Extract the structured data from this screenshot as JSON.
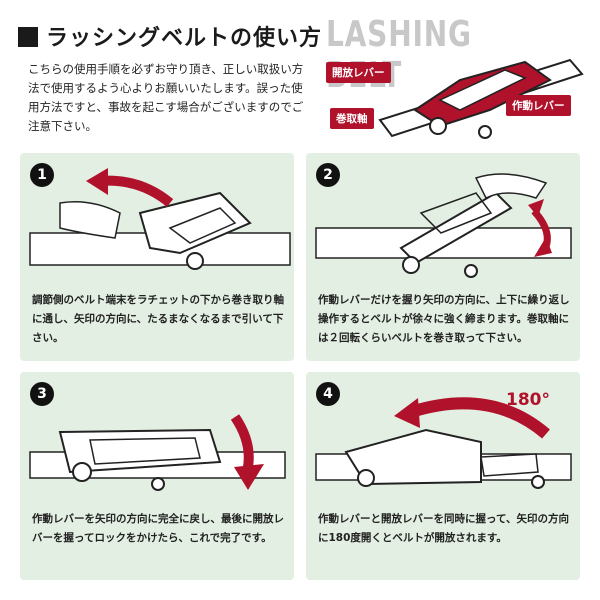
{
  "header": {
    "title": "ラッシングベルトの使い方",
    "brand": "LASHING BELT"
  },
  "intro": {
    "text": "こちらの使用手順を必ずお守り頂き、正しい取扱い方法で使用するよう心よりお願いいたします。誤った使用方法ですと、事故を起こす場合がございますのでご注意下さい。"
  },
  "hero": {
    "labels": {
      "release_lever": "開放レバー",
      "winding_shaft": "巻取軸",
      "operating_lever": "作動レバー"
    }
  },
  "steps": [
    {
      "number": "1",
      "text": "調節側のベルト端末をラチェットの下から巻き取り軸に通し、矢印の方向に、たるまなくなるまで引いて下さい。"
    },
    {
      "number": "2",
      "text": "作動レバーだけを握り矢印の方向に、上下に繰り返し操作するとベルトが徐々に強く締まります。巻取軸には２回転くらいベルトを巻き取って下さい。"
    },
    {
      "number": "3",
      "text": "作動レバーを矢印の方向に完全に戻し、最後に開放レバーを握ってロックをかけたら、これで完了です。"
    },
    {
      "number": "4",
      "text": "作動レバーと開放レバーを同時に握って、矢印の方向に180度開くとベルトが開放されます。",
      "angle_label": "180°"
    }
  ],
  "colors": {
    "accent": "#b0122b",
    "panel_bg": "#e3efe3",
    "dark": "#111111"
  }
}
